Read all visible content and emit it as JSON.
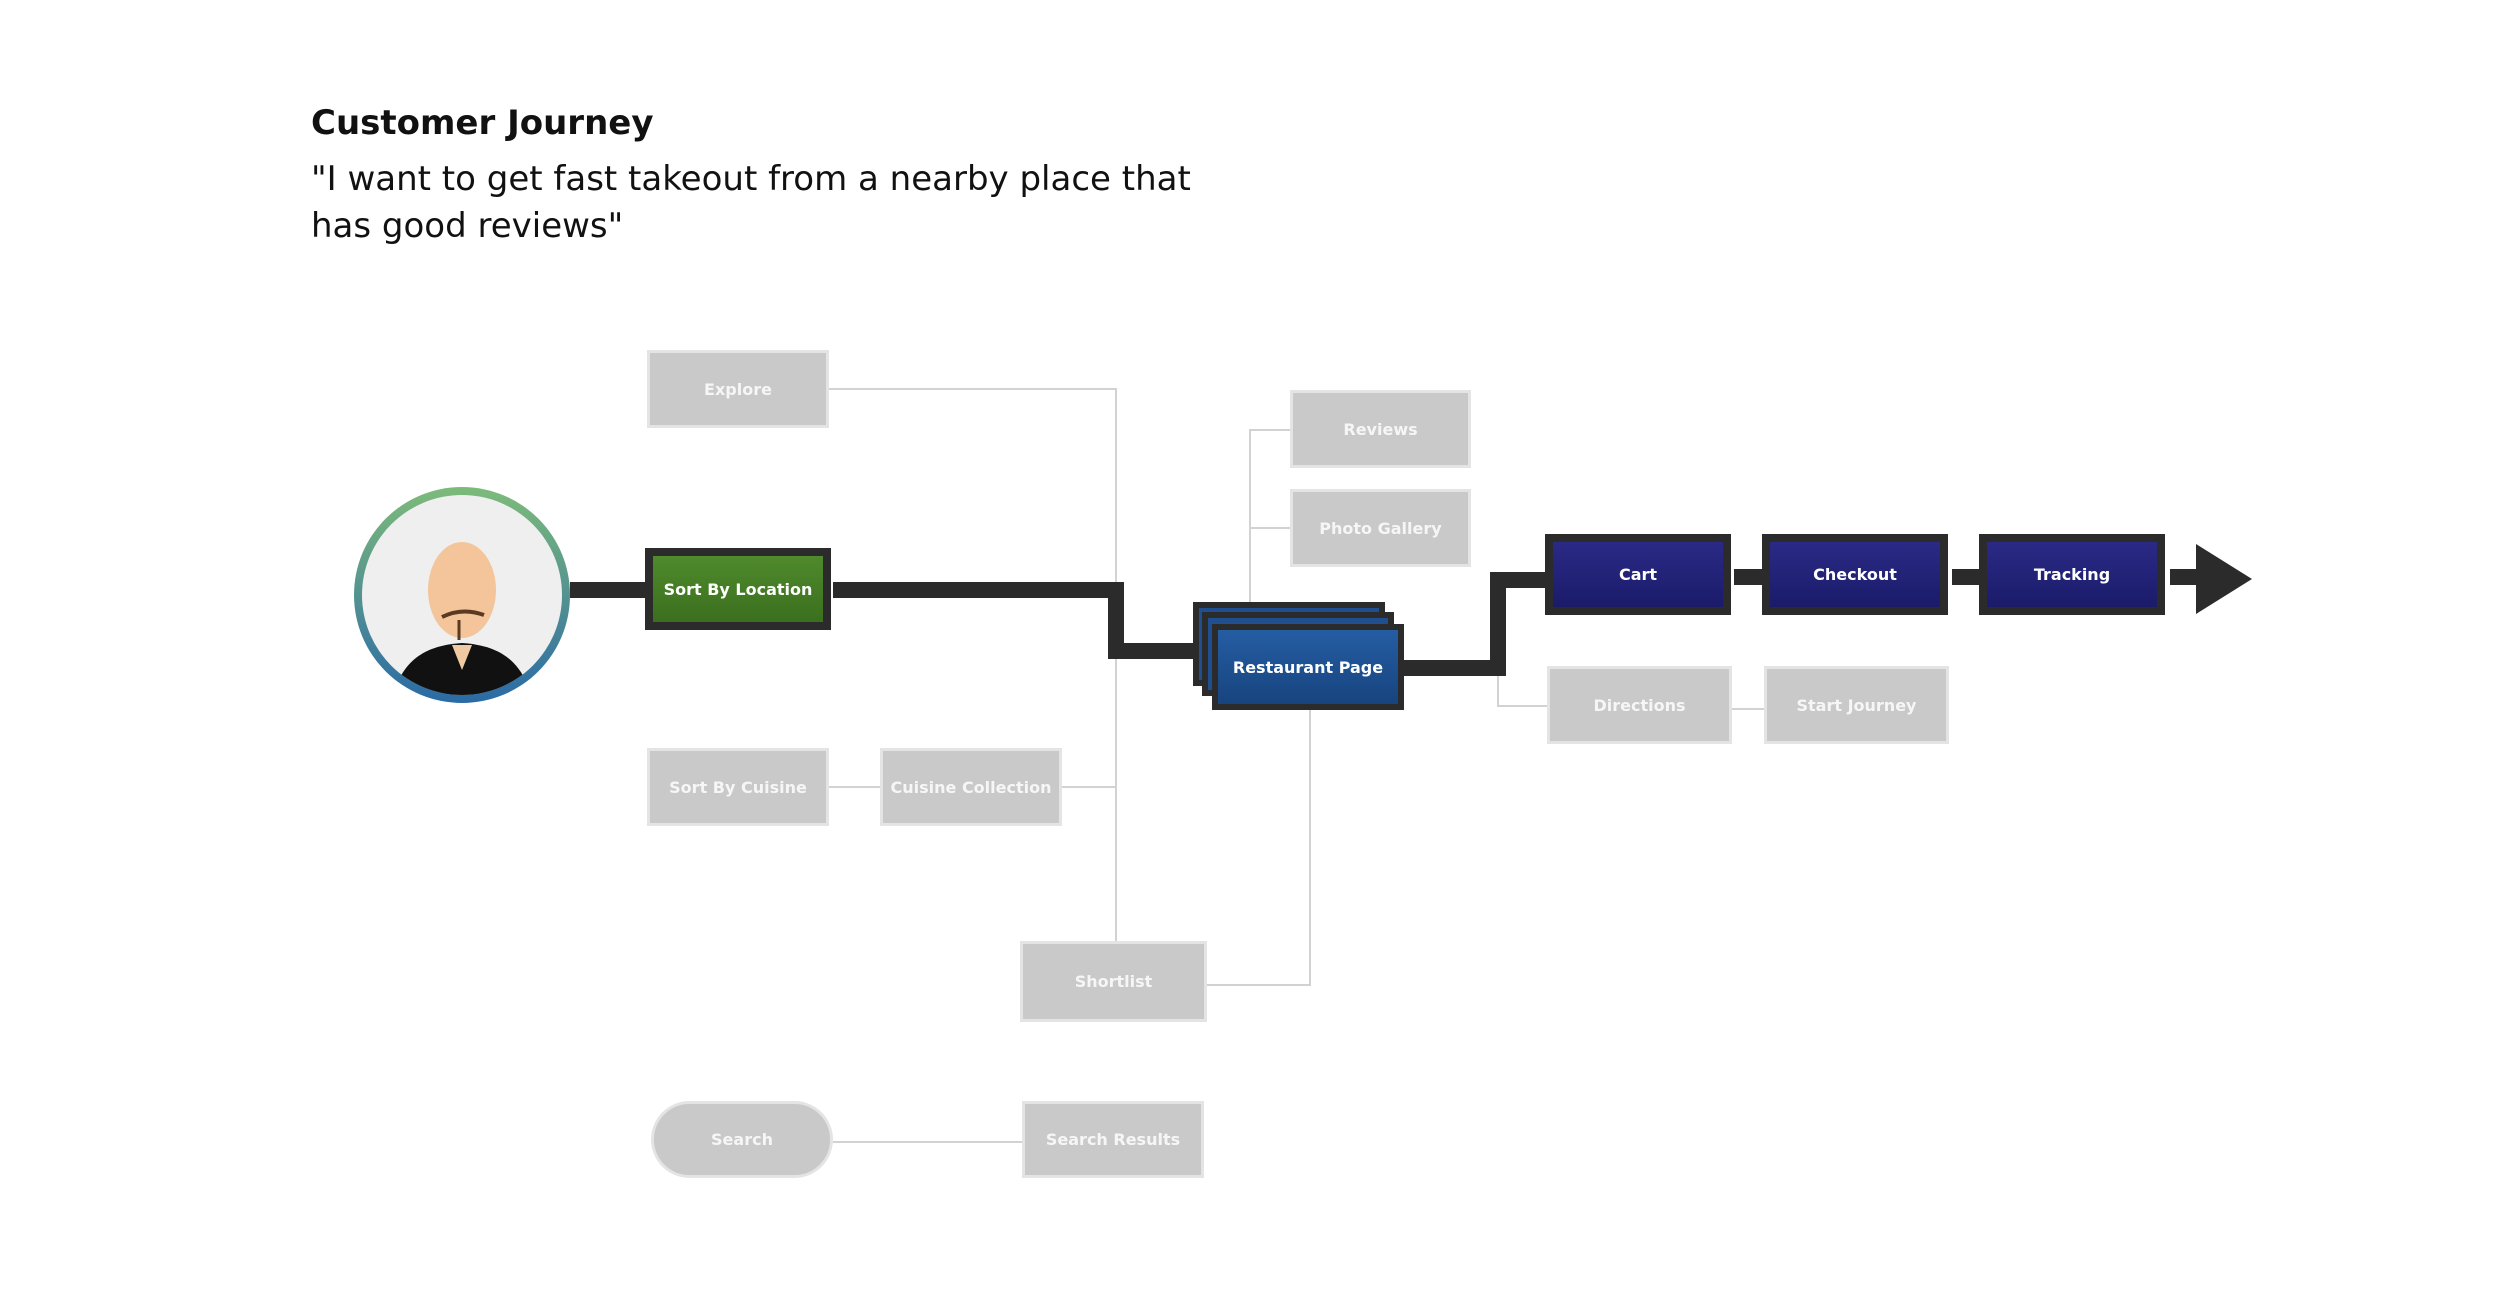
{
  "header": {
    "title": "Customer Journey",
    "quote": "\"I want to get fast takeout from a nearby place that has good reviews\""
  },
  "nodes": {
    "explore": "Explore",
    "sort_by_location": "Sort By Location",
    "sort_by_cuisine": "Sort By Cuisine",
    "cuisine_collection": "Cuisine Collection",
    "shortlist": "Shortlist",
    "search": "Search",
    "search_results": "Search Results",
    "reviews": "Reviews",
    "photo_gallery": "Photo Gallery",
    "restaurant_page": "Restaurant Page",
    "cart": "Cart",
    "checkout": "Checkout",
    "tracking": "Tracking",
    "directions": "Directions",
    "start_journey": "Start Journey"
  },
  "colors": {
    "primary_path": "#2b2b2b",
    "secondary_node": "#c9c9c9",
    "connector": "#d2d2d2",
    "start_node": "#3f7322",
    "restaurant_node": "#1f4f8e",
    "order_node": "#1e1e70"
  }
}
